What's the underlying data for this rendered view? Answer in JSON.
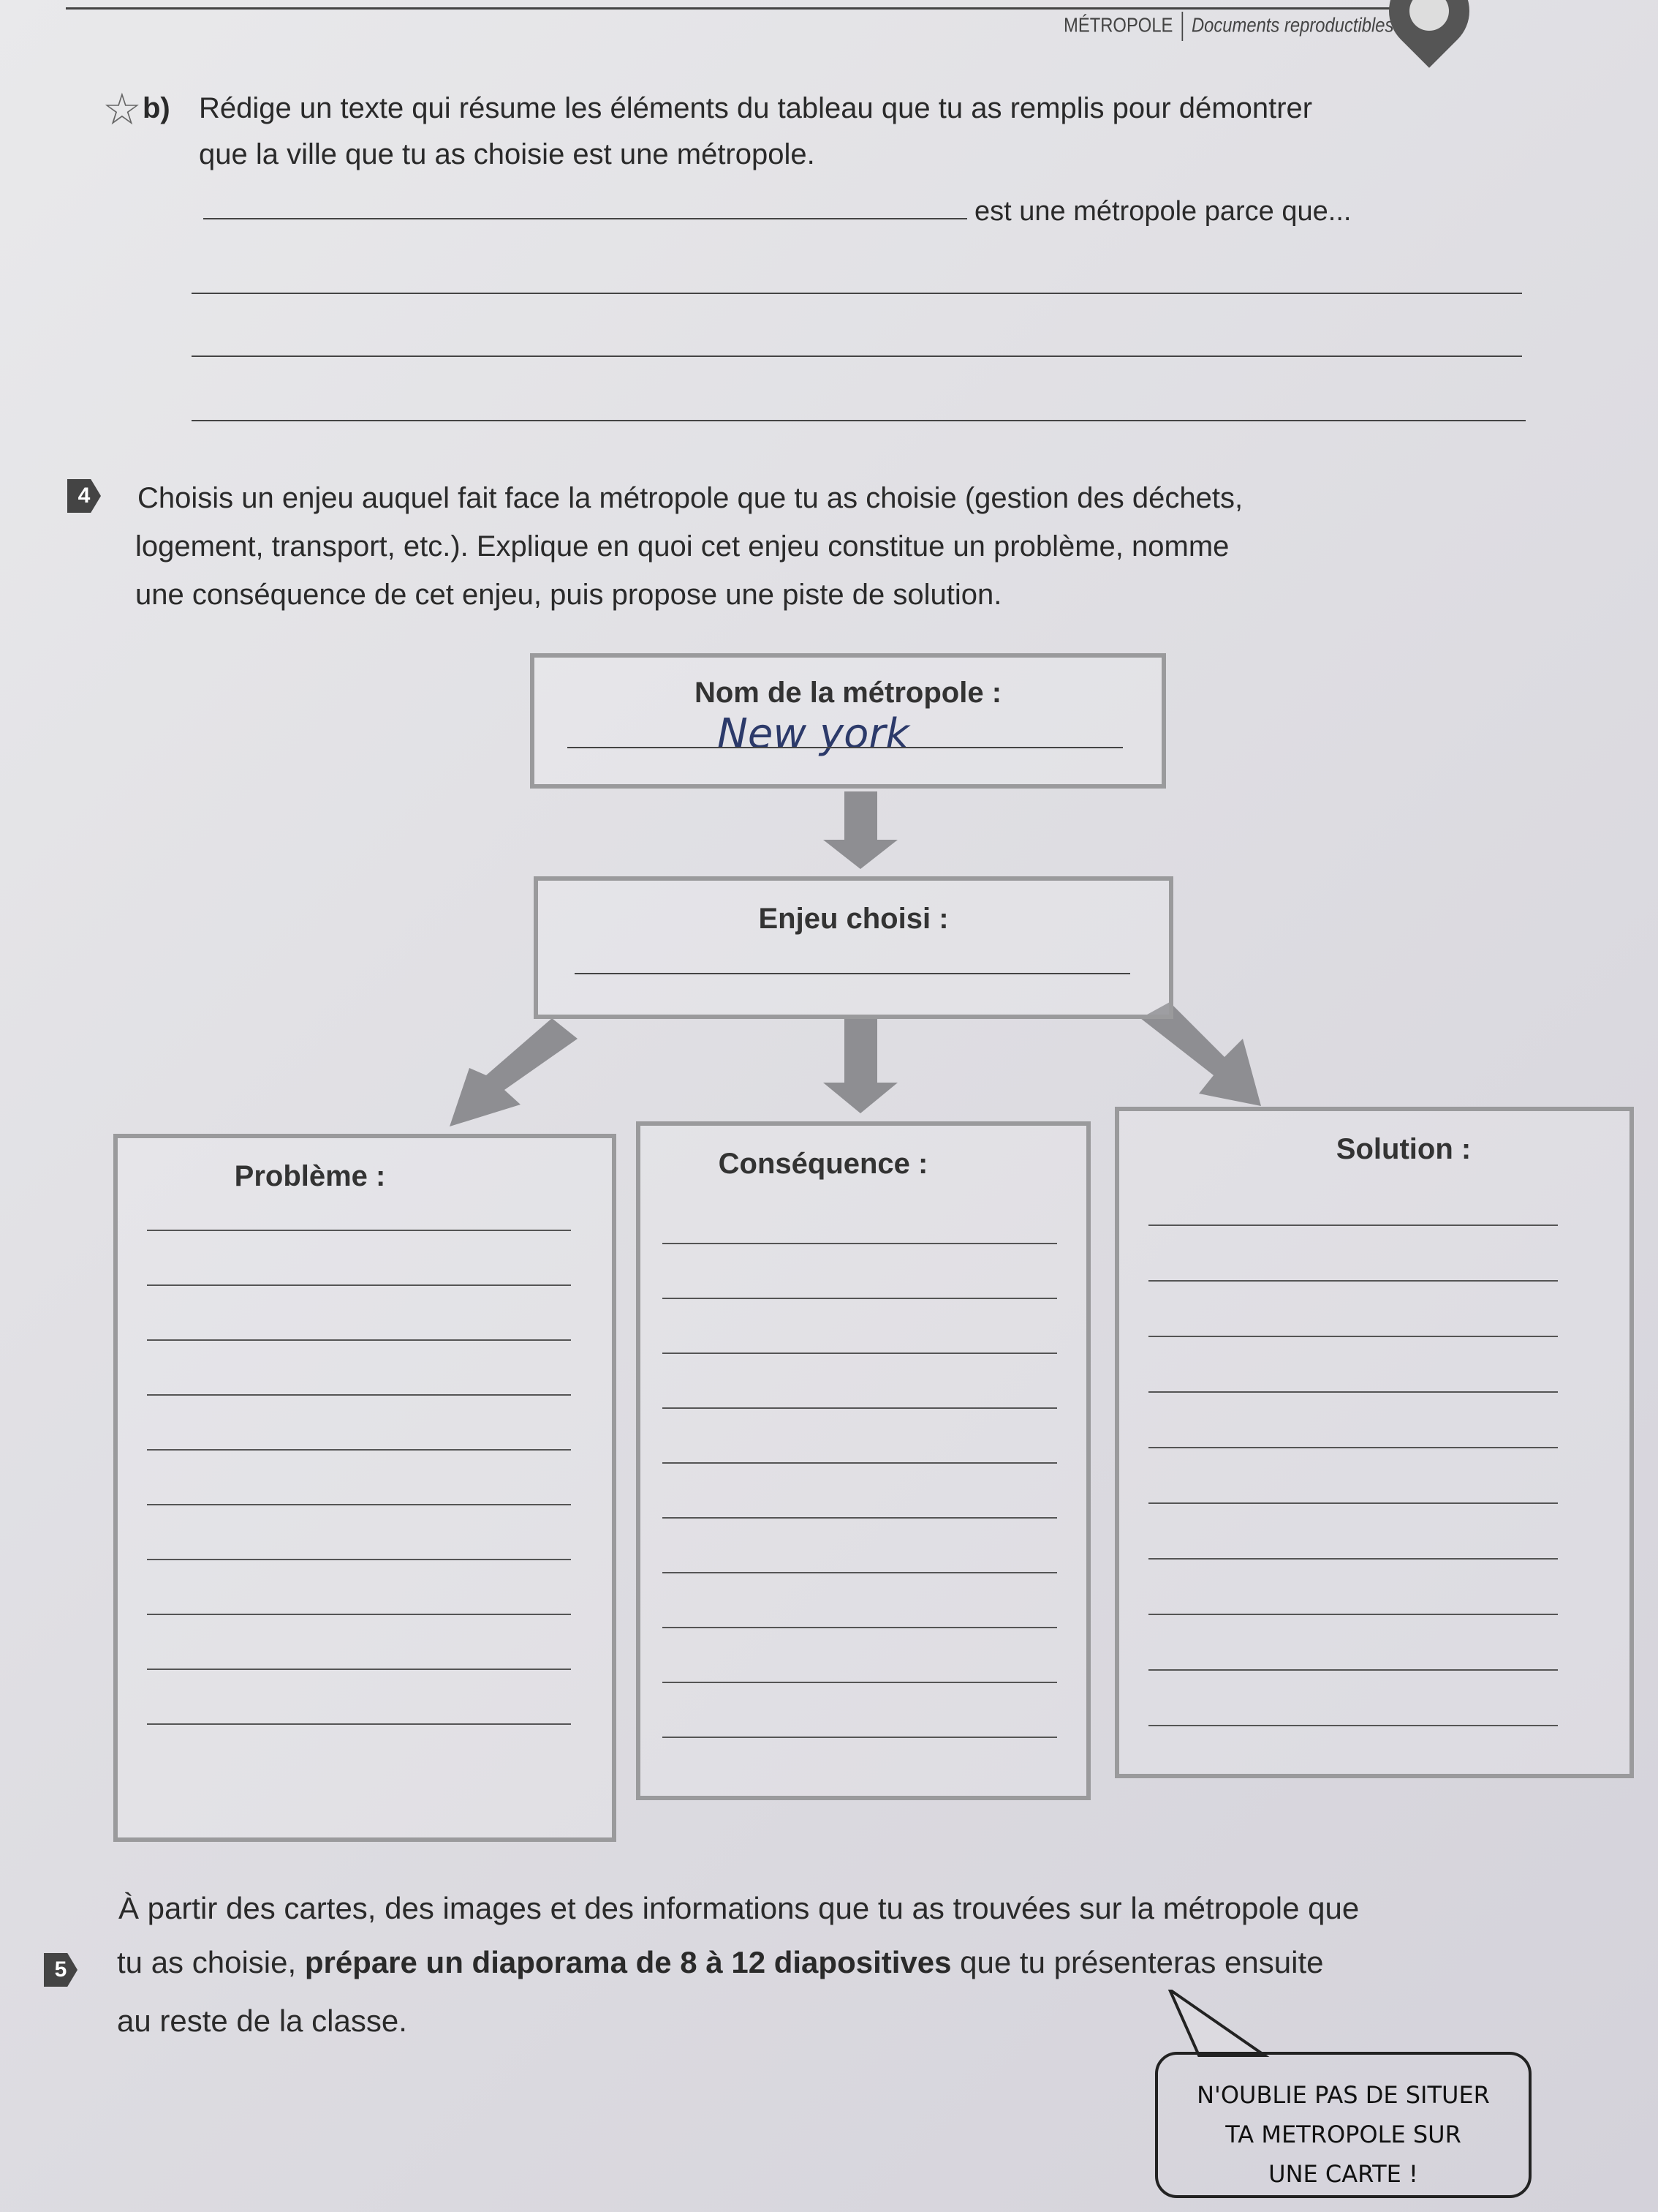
{
  "header": {
    "section": "MÉTROPOLE",
    "subtitle": "Documents reproductibles"
  },
  "part_b": {
    "label": "b)",
    "line1": "Rédige un texte qui résume les éléments du tableau que tu as remplis pour démontrer",
    "line2": "que la ville que tu as choisie est une métropole.",
    "prompt": "est une métropole parce que..."
  },
  "q4": {
    "number": "4",
    "line1": "Choisis un enjeu auquel fait face la métropole que tu as choisie (gestion des déchets,",
    "line2": "logement, transport, etc.). Explique en quoi cet enjeu constitue un problème, nomme",
    "line3": "une conséquence de cet enjeu, puis propose une piste de solution.",
    "metropole_label": "Nom de la métropole :",
    "metropole_value": "New york",
    "enjeu_label": "Enjeu choisi :",
    "enjeu_value": "",
    "probleme_label": "Problème :",
    "consequence_label": "Conséquence :",
    "solution_label": "Solution :"
  },
  "q5": {
    "number": "5",
    "line1": "À partir des cartes, des images et des informations que tu as trouvées sur la métropole que",
    "line2a": "tu as choisie, ",
    "line2b": "prépare un diaporama de 8 à 12 diapositives",
    "line2c": " que tu présenteras ensuite",
    "line3": "au reste de la classe."
  },
  "bubble": {
    "line1": "N'OUBLIE PAS DE SITUER",
    "line2": "TA METROPOLE SUR",
    "line3": "UNE CARTE !"
  }
}
